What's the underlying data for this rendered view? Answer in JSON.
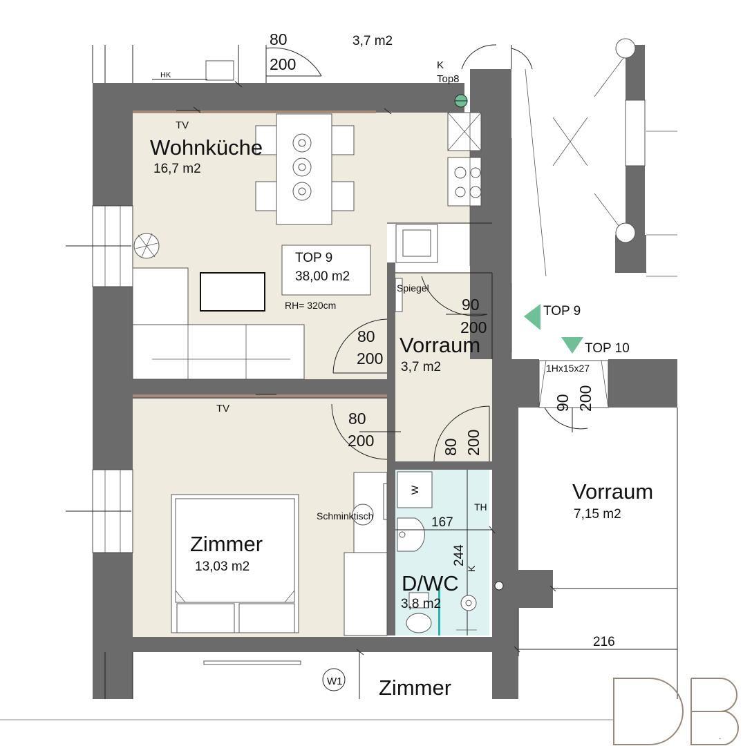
{
  "rooms": {
    "wohnkueche": {
      "name": "Wohnküche",
      "area": "16,7 m2"
    },
    "zimmer": {
      "name": "Zimmer",
      "area": "13,03 m2"
    },
    "vorraum": {
      "name": "Vorraum",
      "area": "3,7 m2"
    },
    "dwc": {
      "name": "D/WC",
      "area": "3,8 m2"
    },
    "vorraum_top10": {
      "name": "Vorraum",
      "area": "7,15 m2"
    },
    "zimmer_bottom": {
      "name": "Zimmer"
    }
  },
  "top9_box": {
    "title": "TOP 9",
    "area": "38,00 m2",
    "height": "RH= 320cm"
  },
  "doors": {
    "top_left": {
      "w": "80",
      "h": "200"
    },
    "vorraum_entry": {
      "w": "90",
      "h": "200"
    },
    "kitchen": {
      "w": "80",
      "h": "200"
    },
    "zimmer": {
      "w": "80",
      "h": "200"
    },
    "bath": {
      "w": "80",
      "h": "200"
    },
    "top10": {
      "w": "90",
      "h": "200"
    }
  },
  "labels": {
    "tv_1": "TV",
    "tv_2": "TV",
    "spiegel": "Spiegel",
    "schminktisch": "Schminktisch",
    "w": "W",
    "th": "TH",
    "k_top8": "K",
    "top8": "Top8",
    "k_bath": "K",
    "w1": "W1",
    "top9_marker": "TOP 9",
    "top10_marker": "TOP 10",
    "stair": "1Hx15x27",
    "cut_top_area": "3,7 m2",
    "cut_hk": "HK"
  },
  "dimensions": {
    "bath_width": "167",
    "bath_length": "244",
    "right_width": "216"
  },
  "logo": {
    "text": "DB"
  },
  "colors": {
    "wall": "#6b6b6b",
    "floor": "#efebdf",
    "bath": "#def2f2",
    "marker": "#6fbf97",
    "logo": "#9a8878",
    "tv_bar": "#a48a77"
  }
}
